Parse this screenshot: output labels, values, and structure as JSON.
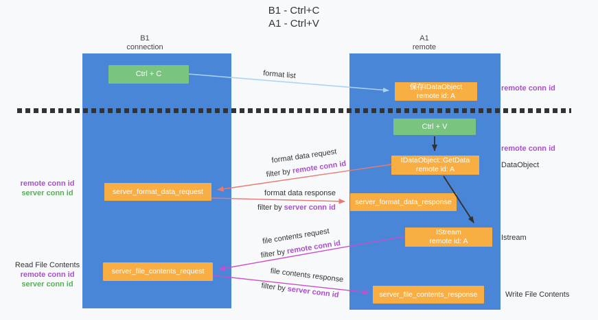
{
  "colors": {
    "blue": "#4a86d8",
    "green_box": "#79c47f",
    "orange": "#f9ae43",
    "purple": "#a94fc9",
    "green_text": "#55b155",
    "red_arrow": "#e87a72",
    "magenta_arrow": "#c94ec9",
    "lightblue_arrow": "#a9d3f2",
    "dark": "#333333",
    "background": "#f8f9fa"
  },
  "title": {
    "line1": "B1 - Ctrl+C",
    "line2": "A1 - Ctrl+V"
  },
  "lifelines": {
    "left": {
      "name": "B1",
      "role": "connection"
    },
    "right": {
      "name": "A1",
      "role": "remote"
    }
  },
  "boxes": {
    "ctrl_c": {
      "label": "Ctrl + C"
    },
    "ctrl_v": {
      "label": "Ctrl + V"
    },
    "save_idataobject": {
      "line1": "保存IDataObject",
      "line2": "remote id: A"
    },
    "getdata": {
      "line1": "IDataObject::GetData",
      "line2": "remote id: A"
    },
    "istream": {
      "line1": "IStream",
      "line2": "remote id: A"
    },
    "format_request": {
      "label": "server_format_data_request"
    },
    "format_response": {
      "label": "server_format_data_response"
    },
    "file_request": {
      "label": "server_file_contents_request"
    },
    "file_response": {
      "label": "server_file_contents_response"
    }
  },
  "arrow_labels": {
    "format_list": "format list",
    "format_data_request": "format data request",
    "format_data_response": "format data response",
    "file_contents_request": "file contents request",
    "file_contents_response": "file contents response",
    "filter_prefix": "filter by ",
    "remote_conn_id": "remote conn id",
    "server_conn_id": "server conn id"
  },
  "side_labels": {
    "left": {
      "remote_conn_id": "remote conn id",
      "server_conn_id": "server conn id",
      "read_file_contents": "Read File Contents"
    },
    "right": {
      "remote_conn_id_top": "remote conn id",
      "remote_conn_id_mid": "remote conn id",
      "dataobject": "DataObject",
      "istream": "Istream",
      "write_file_contents": "Write File Contents"
    }
  }
}
